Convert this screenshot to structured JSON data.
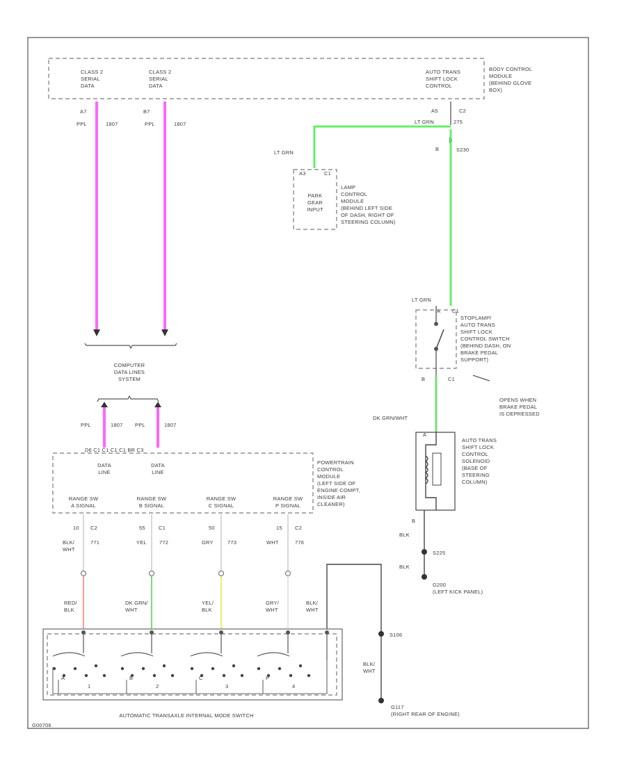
{
  "colors": {
    "ppl_wire": "#ff66ff",
    "lt_grn_wire": "#66ee66",
    "dk_grn_wire": "#77dd77",
    "red_wire": "#ff9999",
    "yel_wire": "#eeee66",
    "gry_wire": "#c8c8c8",
    "wht_wire": "#e4e4e4",
    "blk_wire": "#444444"
  },
  "bcm": {
    "pins": [
      {
        "name": "CLASS 2\nSERIAL\nDATA",
        "cavity": "A7",
        "color": "PPL",
        "circuit": "1807"
      },
      {
        "name": "CLASS 2\nSERIAL\nDATA",
        "cavity": "B7",
        "color": "PPL",
        "circuit": "1807"
      }
    ],
    "stl_pin": {
      "name": "AUTO TRANS\nSHIFT LOCK\nCONTROL",
      "cavity": "A5",
      "connector": "C2",
      "color": "LT GRN",
      "circuit": "275"
    },
    "desc": "BODY CONTROL\nMODULE\n(BEHIND GLOVE\nBOX)"
  },
  "splice_s": {
    "id": "S230",
    "pin": "B"
  },
  "lamp_module": {
    "wire": "LT GRN",
    "cavity": "A3",
    "connector": "C1",
    "inner": "PARK\nGEAR\nINPUT",
    "desc": "LAMP\nCONTROL\nMODULE\n(BEHIND LEFT SIDE\nOF DASH, RIGHT OF\nSTEERING COLUMN)"
  },
  "stoplamp_switch": {
    "wire_in": "LT GRN",
    "pin_a": "A",
    "conn_a": "C1",
    "pin_b": "B",
    "conn_b": "C1",
    "desc": "STOPLAMP/\nAUTO TRANS\nSHIFT LOCK\nCONTROL SWITCH\n(BEHIND DASH, ON\nBRAKE PEDAL\nSUPPORT)",
    "note": "OPENS WHEN\nBRAKE PEDAL\nIS DEPRESSED"
  },
  "solenoid": {
    "wire_in": "DK GRN/WHT",
    "pin_a": "A",
    "pin_b": "B",
    "desc": "AUTO TRANS\nSHIFT LOCK\nCONTROL\nSOLENOID\n(BASE OF\nSTEERING\nCOLUMN)",
    "wire_out": "BLK",
    "splice": "S225",
    "wire_ground": "BLK",
    "ground": "G200\n(LEFT KICK PANEL)"
  },
  "data_system": {
    "label": "COMPUTER\nDATA LINES\nSYSTEM",
    "wires": [
      {
        "color": "PPL",
        "circuit": "1807"
      },
      {
        "color": "PPL",
        "circuit": "1807"
      }
    ]
  },
  "pcm": {
    "top_pins": "D6  C1  C1  C1  C1  BR  C3",
    "data_lines": [
      "DATA\nLINE",
      "DATA\nLINE"
    ],
    "range_pins": [
      {
        "name": "RANGE SW\nA SIGNAL",
        "cavity": "10",
        "connector": "C2",
        "color": "BLK/\nWHT",
        "circuit": "771"
      },
      {
        "name": "RANGE SW\nB SIGNAL",
        "cavity": "55",
        "connector": "C1",
        "color": "YEL",
        "circuit": "772"
      },
      {
        "name": "RANGE SW\nC SIGNAL",
        "cavity": "50",
        "connector": "",
        "color": "GRY",
        "circuit": "773"
      },
      {
        "name": "RANGE SW\nP SIGNAL",
        "cavity": "15",
        "connector": "C2",
        "color": "WHT",
        "circuit": "776"
      }
    ],
    "desc": "POWERTRAIN\nCONTROL\nMODULE\n(LEFT SIDE OF\nENGINE COMPT,\nINSIDE AIR\nCLEANER)"
  },
  "switch_wires": [
    {
      "color": "RED/\nBLK"
    },
    {
      "color": "DK GRN/\nWHT"
    },
    {
      "color": "YEL/\nBLK"
    },
    {
      "color": "GRY/\nWHT"
    },
    {
      "color": "BLK/\nWHT"
    }
  ],
  "mode_switch": {
    "label": "AUTOMATIC TRANSAXLE INTERNAL MODE SWITCH",
    "contact_labels": [
      "A",
      "1",
      "B",
      "2",
      "C",
      "3",
      "P",
      "4"
    ]
  },
  "right_ground": {
    "splice": "S106",
    "wire": "BLK/\nWHT",
    "ground": "G117\n(RIGHT REAR OF ENGINE)"
  },
  "figure_id": "G00706"
}
